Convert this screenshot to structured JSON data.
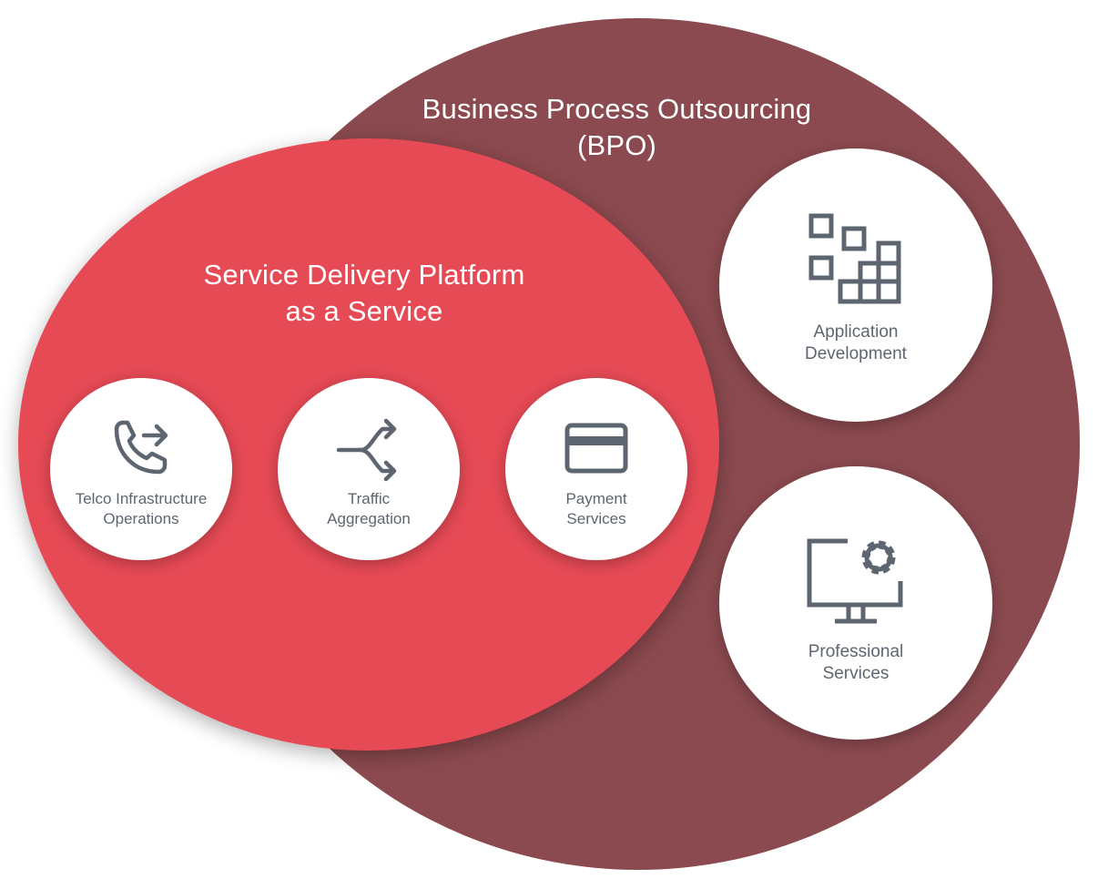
{
  "diagram": {
    "colors": {
      "outer_group": "#8b4a4f",
      "inner_group": "#e64a55",
      "node_fill": "#ffffff",
      "icon_and_label": "#5d6670",
      "group_title": "#ffffff"
    },
    "bpo": {
      "title_line1": "Business Process Outsourcing",
      "title_line2": "(BPO)"
    },
    "sdp": {
      "title_line1": "Service Delivery Platform",
      "title_line2": "as a Service"
    },
    "nodes": {
      "telco": {
        "icon": "phone-forward-icon",
        "label_line1": "Telco Infrastructure",
        "label_line2": "Operations"
      },
      "traffic": {
        "icon": "merge-split-arrows-icon",
        "label_line1": "Traffic",
        "label_line2": "Aggregation"
      },
      "payment": {
        "icon": "credit-card-icon",
        "label_line1": "Payment",
        "label_line2": "Services"
      },
      "appdev": {
        "icon": "app-grid-blocks-icon",
        "label_line1": "Application",
        "label_line2": "Development"
      },
      "professional": {
        "icon": "monitor-gear-icon",
        "label_line1": "Professional",
        "label_line2": "Services"
      }
    }
  }
}
